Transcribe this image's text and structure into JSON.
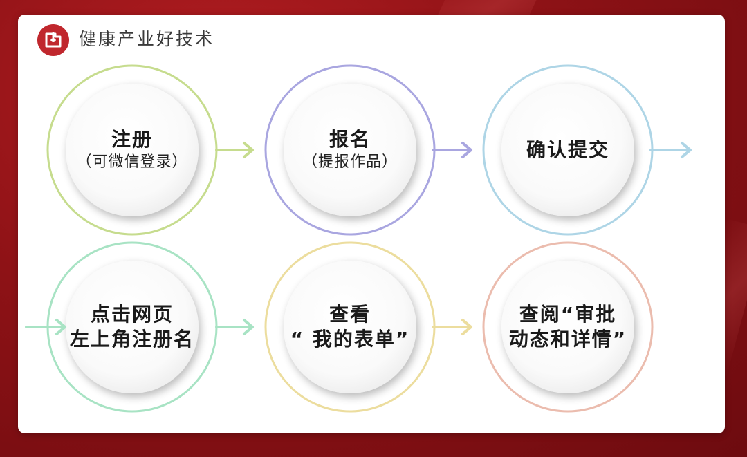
{
  "brand": {
    "name": "健康产业好技术",
    "logo_color": "#c0272d"
  },
  "steps": [
    {
      "id": "register",
      "lines": [
        "注册"
      ],
      "sub": "（可微信登录）",
      "ring_color": "#c6dc8e"
    },
    {
      "id": "signup",
      "lines": [
        "报名"
      ],
      "sub": "（提报作品）",
      "ring_color": "#a9a6e0"
    },
    {
      "id": "confirm",
      "lines": [
        "确认提交"
      ],
      "sub": "",
      "ring_color": "#aed5e6"
    },
    {
      "id": "click-register",
      "lines": [
        "点击网页",
        "左上角注册名"
      ],
      "sub": "",
      "ring_color": "#a8e3c4"
    },
    {
      "id": "view-forms",
      "lines": [
        "查看",
        "“ 我的表单”"
      ],
      "sub": "",
      "ring_color": "#ecdd9e"
    },
    {
      "id": "review-status",
      "lines": [
        "查阅“审批",
        "动态和详情”"
      ],
      "sub": "",
      "ring_color": "#ebbcae"
    }
  ],
  "arrows": [
    {
      "id": "arrow-1",
      "color": "#c6dc8e"
    },
    {
      "id": "arrow-2",
      "color": "#a9a6e0"
    },
    {
      "id": "arrow-3",
      "color": "#aed5e6"
    },
    {
      "id": "arrow-4",
      "color": "#a8e3c4"
    },
    {
      "id": "arrow-5",
      "color": "#a8e3c4"
    },
    {
      "id": "arrow-6",
      "color": "#ecdd9e"
    }
  ]
}
